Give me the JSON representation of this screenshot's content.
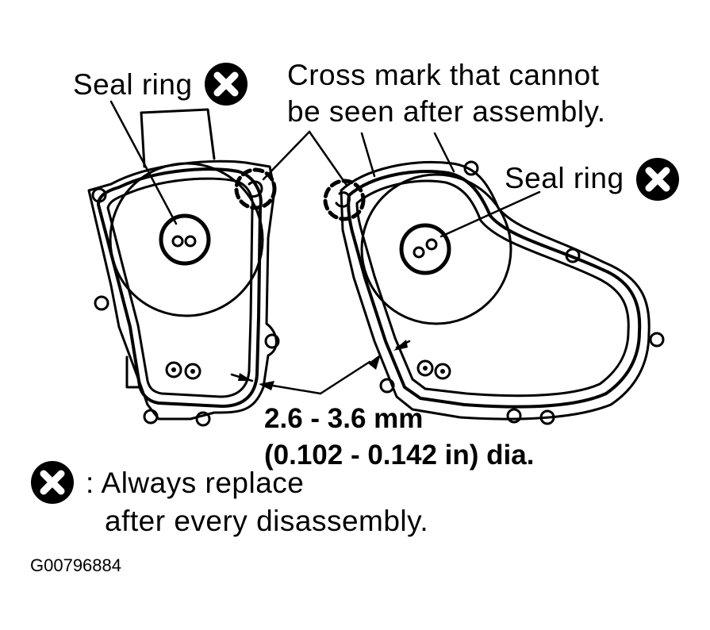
{
  "labels": {
    "seal_ring_left": "Seal ring",
    "cross_mark_line1": "Cross mark that cannot",
    "cross_mark_line2": "be seen after assembly.",
    "seal_ring_right": "Seal ring",
    "dimension_line1": "2.6 - 3.6 mm",
    "dimension_line2": "(0.102 - 0.142 in) dia.",
    "legend_line1": ": Always replace",
    "legend_line2": "after every disassembly.",
    "figure_id": "G00796884"
  },
  "icons": {
    "replace_mark": "x-circle-icon"
  },
  "colors": {
    "ink": "#000000",
    "background": "#ffffff"
  }
}
